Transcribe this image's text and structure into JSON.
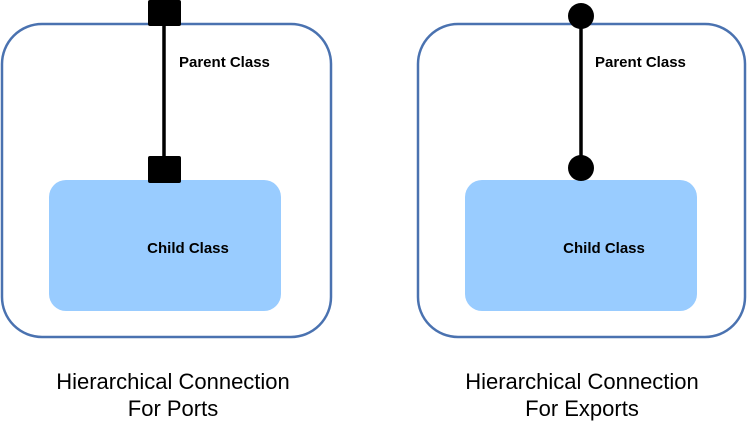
{
  "colors": {
    "outer_border": "#4a72b0",
    "child_fill": "#99ccff",
    "connector": "#000000",
    "background": "#ffffff"
  },
  "panels": [
    {
      "parent_label": "Parent Class",
      "child_label": "Child Class",
      "caption_line1": "Hierarchical Connection",
      "caption_line2": "For Ports",
      "connector_shape": "square"
    },
    {
      "parent_label": "Parent Class",
      "child_label": "Child Class",
      "caption_line1": "Hierarchical Connection",
      "caption_line2": "For Exports",
      "connector_shape": "circle"
    }
  ]
}
